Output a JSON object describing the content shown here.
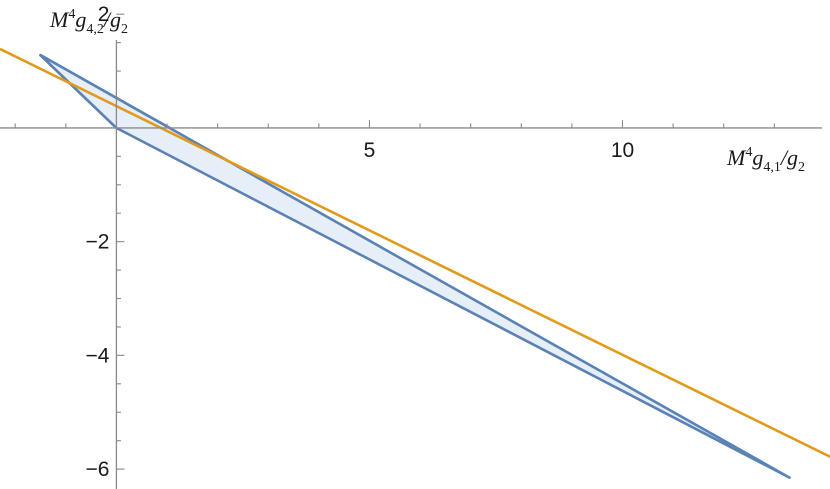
{
  "chart_data": {
    "type": "line",
    "title": "",
    "xlabel": {
      "base": "M",
      "sup": "4",
      "g": "g",
      "sub": "4,1",
      "slash": "/",
      "g2": "g",
      "sub2": "2"
    },
    "ylabel": {
      "base": "M",
      "sup": "4",
      "g": "g",
      "sub": "4,2",
      "slash": "/",
      "g2": "g",
      "sub2": "2"
    },
    "xlim": [
      -2.3,
      14.1
    ],
    "ylim": [
      -6.35,
      2.25
    ],
    "x_ticks": [
      {
        "value": 5,
        "label": "5"
      },
      {
        "value": 10,
        "label": "10"
      }
    ],
    "y_ticks": [
      {
        "value": 2,
        "label": "2"
      },
      {
        "value": -2,
        "label": "−2"
      },
      {
        "value": -4,
        "label": "−4"
      },
      {
        "value": -6,
        "label": "−6"
      }
    ],
    "x_minor_step": 1,
    "y_minor_step": 0.5,
    "grid": false,
    "series": [
      {
        "kind": "region",
        "fill": "#c3d0dd",
        "stroke": "#4a6a88",
        "points": [
          [
            -1.5,
            1.28
          ],
          [
            1.05,
            0.0
          ],
          [
            0.0,
            0.0
          ]
        ]
      },
      {
        "kind": "region",
        "fill": "#e6eef7",
        "stroke": "#5b82b5",
        "points": [
          [
            -1.5,
            1.28
          ],
          [
            13.3,
            -6.15
          ],
          [
            0.0,
            0.0
          ]
        ]
      },
      {
        "kind": "line",
        "stroke": "#e09a1c",
        "points": [
          [
            -2.3,
            1.39
          ],
          [
            14.3,
            -5.87
          ]
        ]
      }
    ]
  }
}
